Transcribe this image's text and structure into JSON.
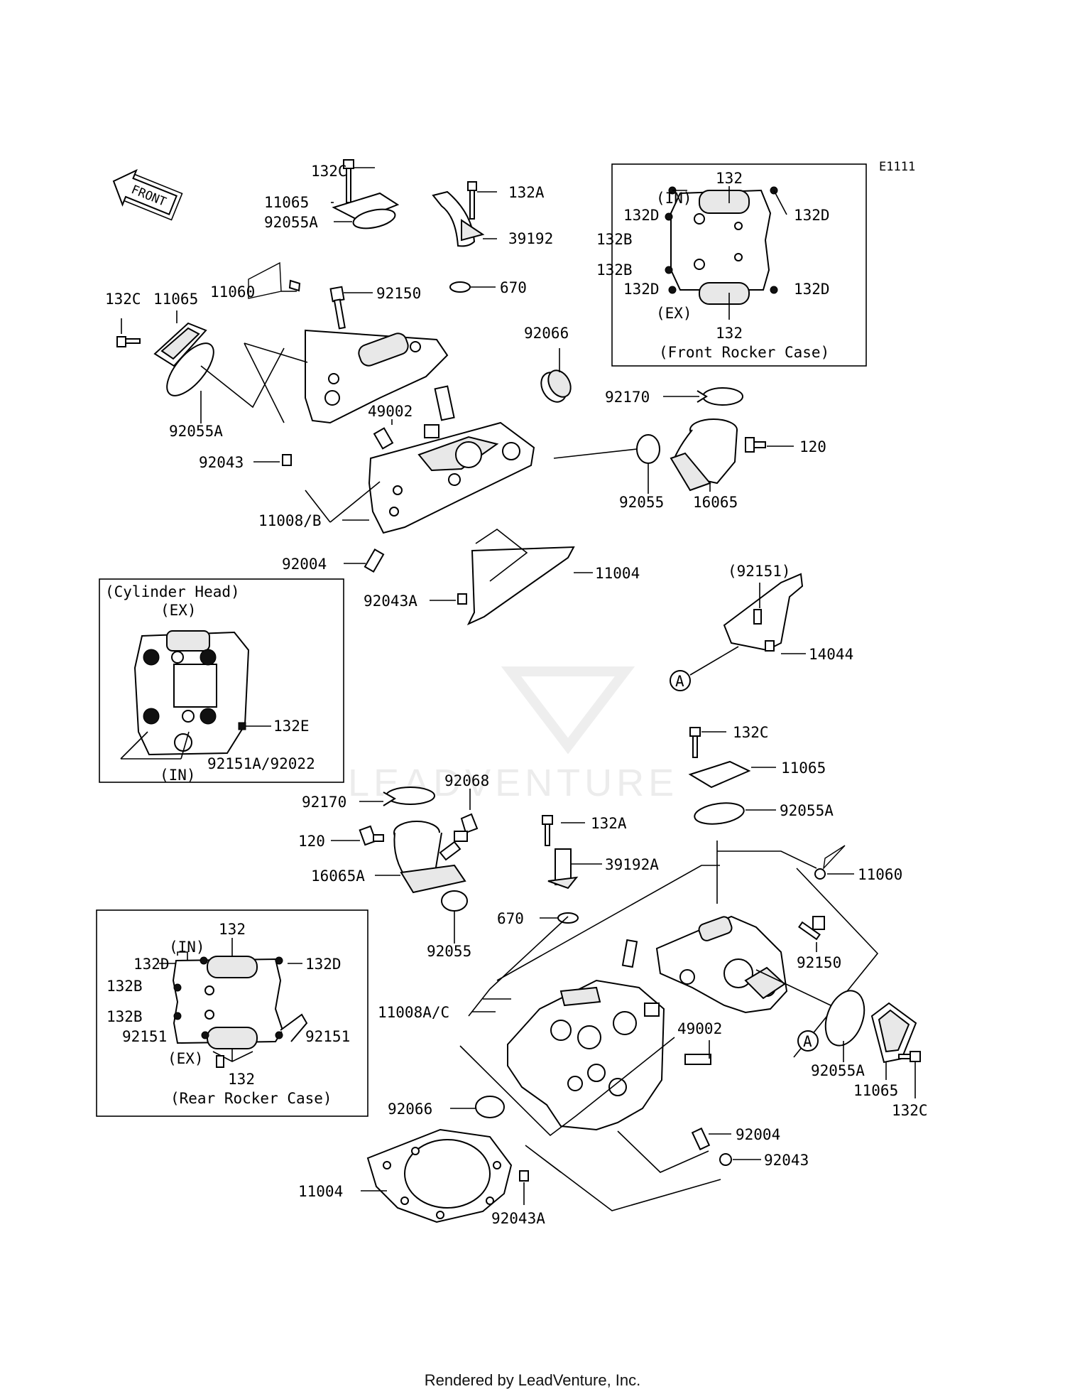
{
  "diagram_code": "E1111",
  "front_arrow": "FRONT",
  "footer": "Rendered by LeadVenture, Inc.",
  "watermark": "LEADVENTURE",
  "insets": {
    "front_rocker_case": {
      "title": "(Front Rocker Case)",
      "labels": {
        "top": "132",
        "in": "(IN)",
        "ex": "(EX)",
        "bottom": "132",
        "tl1": "132D",
        "tr1": "132D",
        "l2": "132B",
        "l3": "132B",
        "bl": "132D",
        "br": "132D"
      }
    },
    "cylinder_head": {
      "title": "(Cylinder Head)",
      "labels": {
        "ex": "(EX)",
        "in": "(IN)",
        "bolt": "132E",
        "nut": "92151A/92022"
      }
    },
    "rear_rocker_case": {
      "title": "(Rear Rocker Case)",
      "labels": {
        "top": "132",
        "in": "(IN)",
        "ex": "(EX)",
        "bottom": "132",
        "tl": "132D",
        "tr": "132D",
        "l2": "132B",
        "l3": "132B",
        "bl": "92151",
        "br": "92151"
      }
    }
  },
  "callouts": {
    "p132C_top": "132C",
    "p11065_top": "11065",
    "p92055A_top": "92055A",
    "p132A_top": "132A",
    "p39192": "39192",
    "p670_top": "670",
    "p132C_left": "132C",
    "p11065_left": "11065",
    "p11060_top": "11060",
    "p92150_top": "92150",
    "p92066_top": "92066",
    "p92055A_left": "92055A",
    "p49002_top": "49002",
    "p92170_top": "92170",
    "p120_top": "120",
    "p92043_top": "92043",
    "p92055_top": "92055",
    "p16065": "16065",
    "p11008B": "11008/B",
    "p92004_top": "92004",
    "p11004_top": "11004",
    "p92043A_top": "92043A",
    "p92151_paren": "(92151)",
    "p14044": "14044",
    "marker_a1": "A",
    "p132C_mid": "132C",
    "p11065_mid": "11065",
    "p92055A_mid": "92055A",
    "p92068": "92068",
    "p92170_mid": "92170",
    "p132A_mid": "132A",
    "p120_mid": "120",
    "p39192A": "39192A",
    "p16065A": "16065A",
    "p11060_mid": "11060",
    "p670_mid": "670",
    "p92055_mid": "92055",
    "p92150_mid": "92150",
    "p11008AC": "11008A/C",
    "p49002_mid": "49002",
    "marker_a2": "A",
    "p92055A_bot": "92055A",
    "p11065_bot": "11065",
    "p132C_bot": "132C",
    "p92066_bot": "92066",
    "p92004_bot": "92004",
    "p92043_bot": "92043",
    "p11004_bot": "11004",
    "p92043A_bot": "92043A"
  }
}
